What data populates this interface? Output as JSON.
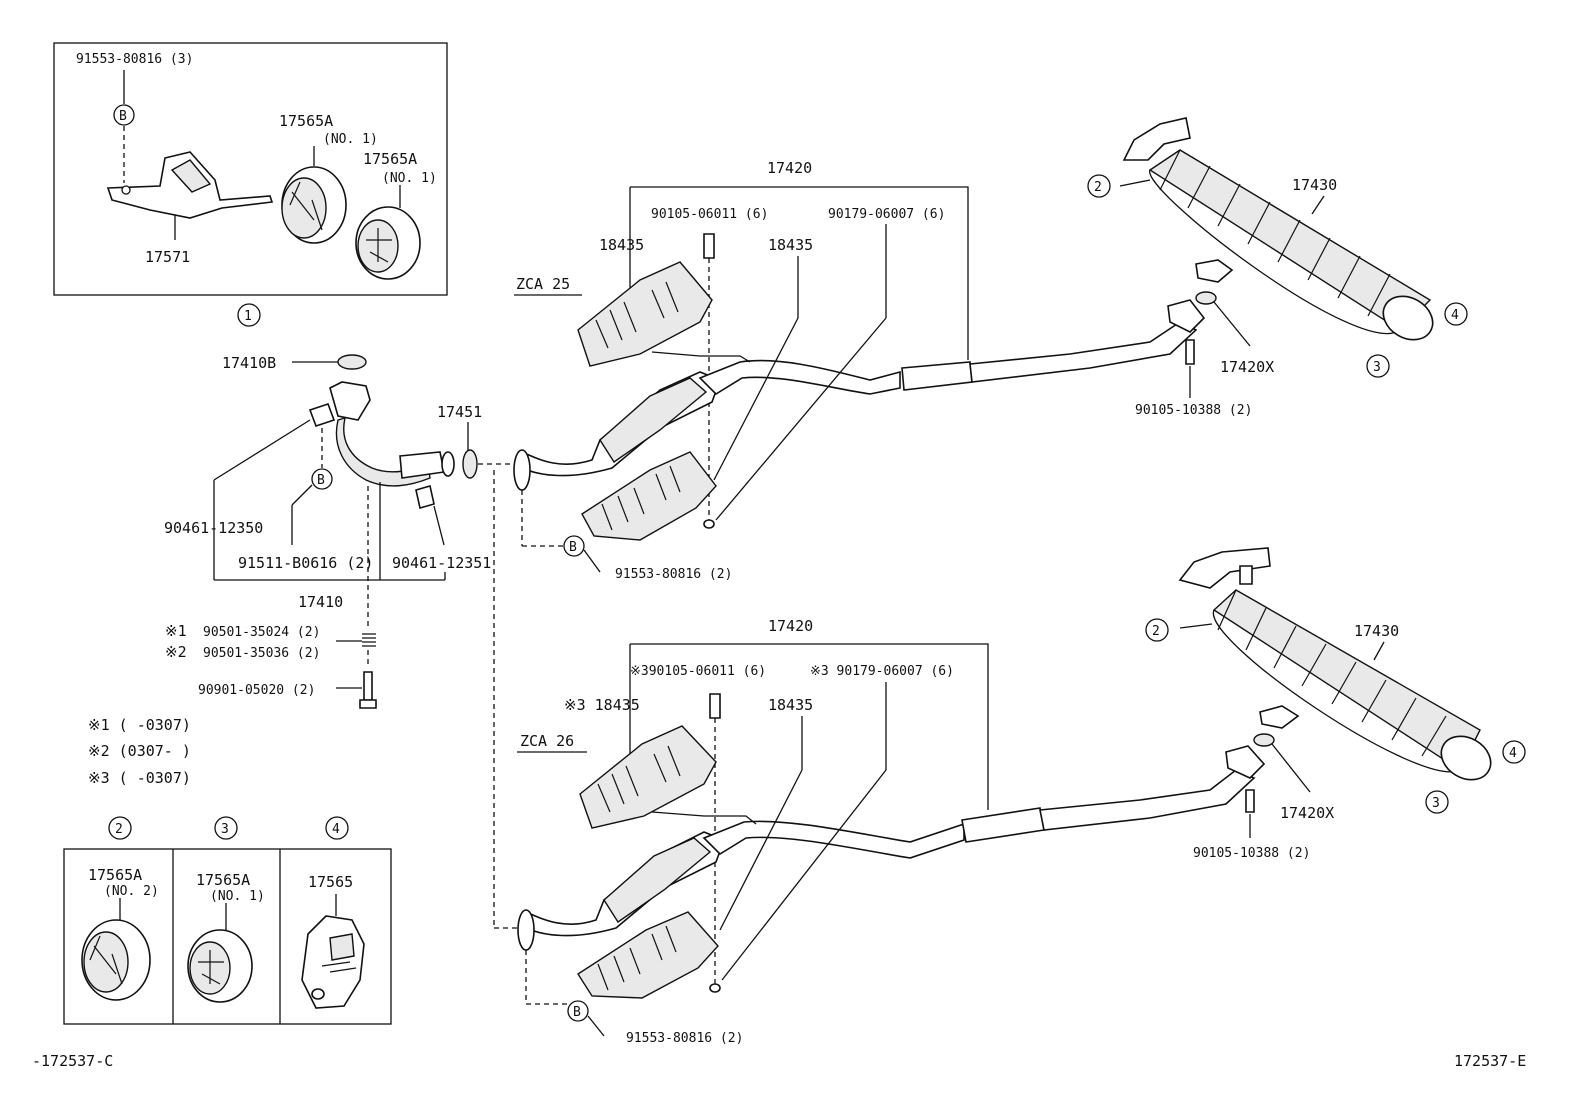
{
  "labels": {
    "inset1_bolt": "91553-80816 (3)",
    "inset1_b": "B",
    "inset1_17565a_a": "17565A",
    "inset1_no1_a": "(NO. 1)",
    "inset1_17565a_b": "17565A",
    "inset1_no1_b": "(NO. 1)",
    "inset1_17571": "17571",
    "inset1_circ": "1",
    "p17410b": "17410B",
    "p90461_12350": "90461-12350",
    "b_front": "B",
    "p91511": "91511-B0616 (2)",
    "p90461_12351": "90461-12351",
    "p17410": "17410",
    "p17451": "17451",
    "n1_mark": "※1",
    "n1_part": "90501-35024 (2)",
    "n2_mark": "※2",
    "n2_part": "90501-35036 (2)",
    "p90901": "90901-05020 (2)",
    "note1": "※1 (     -0307)",
    "note2": "※2 (0307-      )",
    "note3": "※3 (     -0307)",
    "zca25": "ZCA 25",
    "zca26": "ZCA 26",
    "t17420": "17420",
    "t90105_06011": "90105-06011 (6)",
    "t90179_06007": "90179-06007 (6)",
    "t18435a": "18435",
    "t18435b": "18435",
    "t_b": "B",
    "t91553": "91553-80816 (2)",
    "t17430": "17430",
    "t17420x": "17420X",
    "t90105_10388": "90105-10388 (2)",
    "t_c2": "2",
    "t_c3": "3",
    "t_c4": "4",
    "b17420": "17420",
    "b90105_06011": "※390105-06011 (6)",
    "b90179_06007": "※3 90179-06007 (6)",
    "b18435a": "※3 18435",
    "b18435b": "18435",
    "b_b": "B",
    "b91553": "91553-80816 (2)",
    "b17430": "17430",
    "b17420x": "17420X",
    "b90105_10388": "90105-10388 (2)",
    "b_c2": "2",
    "b_c3": "3",
    "b_c4": "4",
    "inset2_c2": "2",
    "inset2_c3": "3",
    "inset2_c4": "4",
    "inset2_17565a_a": "17565A",
    "inset2_no2": "(NO. 2)",
    "inset2_17565a_b": "17565A",
    "inset2_no1": "(NO. 1)",
    "inset2_17565": "17565",
    "code_left": "-172537-C",
    "code_right": "172537-E"
  }
}
